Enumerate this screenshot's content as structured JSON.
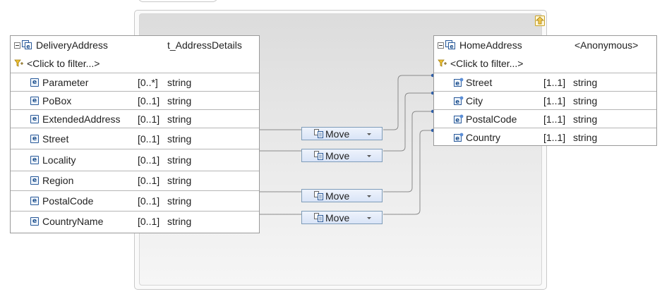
{
  "source": {
    "name": "DeliveryAddress",
    "type": "t_AddressDetails",
    "filter": "<Click to filter...>",
    "rows": [
      {
        "name": "Parameter",
        "card": "[0..*]",
        "type": "string"
      },
      {
        "name": "PoBox",
        "card": "[0..1]",
        "type": "string"
      },
      {
        "name": "ExtendedAddress",
        "card": "[0..1]",
        "type": "string"
      },
      {
        "name": "Street",
        "card": "[0..1]",
        "type": "string"
      },
      {
        "name": "Locality",
        "card": "[0..1]",
        "type": "string"
      },
      {
        "name": "Region",
        "card": "[0..1]",
        "type": "string"
      },
      {
        "name": "PostalCode",
        "card": "[0..1]",
        "type": "string"
      },
      {
        "name": "CountryName",
        "card": "[0..1]",
        "type": "string"
      }
    ]
  },
  "target": {
    "name": "HomeAddress",
    "type": "<Anonymous>",
    "filter": "<Click to filter...>",
    "rows": [
      {
        "name": "Street",
        "card": "[1..1]",
        "type": "string"
      },
      {
        "name": "City",
        "card": "[1..1]",
        "type": "string"
      },
      {
        "name": "PostalCode",
        "card": "[1..1]",
        "type": "string"
      },
      {
        "name": "Country",
        "card": "[1..1]",
        "type": "string"
      }
    ]
  },
  "transforms": [
    {
      "label": "Move",
      "from": "Street",
      "to": "Street"
    },
    {
      "label": "Move",
      "from": "Locality",
      "to": "City"
    },
    {
      "label": "Move",
      "from": "PostalCode",
      "to": "PostalCode"
    },
    {
      "label": "Move",
      "from": "CountryName",
      "to": "Country"
    }
  ],
  "colors": {
    "wire": "#8a8a8a",
    "wire_dot": "#2f5fa8",
    "move_fill": "#dfe8f8",
    "move_border": "#7f9db9"
  },
  "icons": {
    "element": "e-element-icon",
    "complex": "complex-element-icon",
    "filter": "filter-icon",
    "move": "move-transform-icon",
    "up": "go-up-icon"
  }
}
